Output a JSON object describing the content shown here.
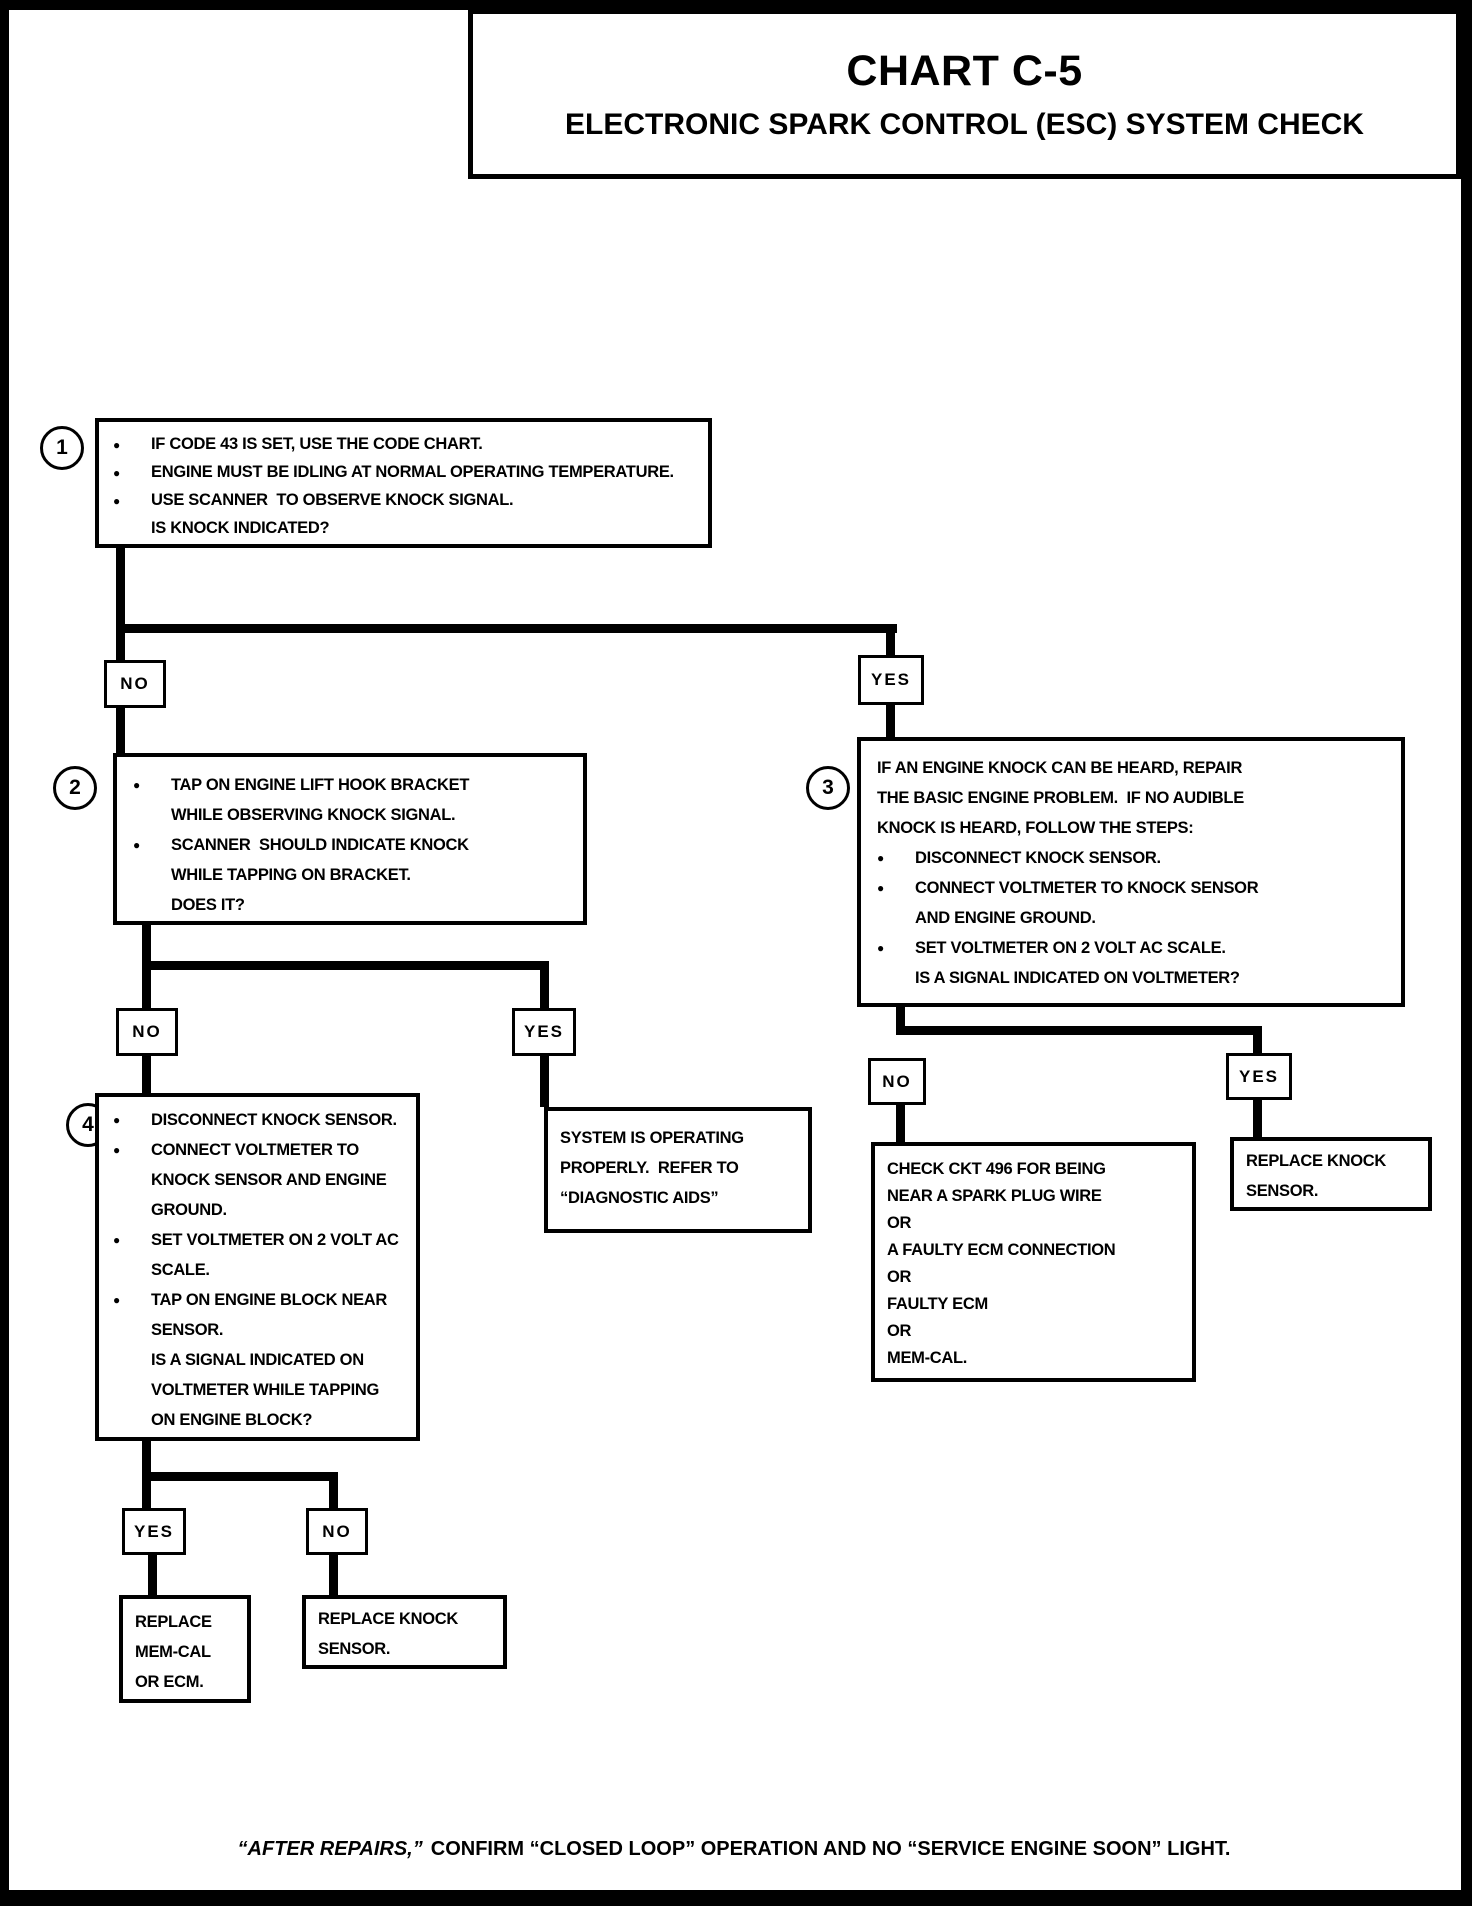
{
  "title": {
    "chart": "CHART C-5",
    "subtitle": "ELECTRONIC SPARK CONTROL (ESC) SYSTEM CHECK"
  },
  "decision_labels": {
    "yes": "YES",
    "no": "NO"
  },
  "steps": {
    "s1": {
      "num": "1",
      "b1": "IF CODE 43 IS SET, USE THE CODE CHART.",
      "b2": "ENGINE MUST BE IDLING AT NORMAL OPERATING TEMPERATURE.",
      "b3": "USE SCANNER  TO OBSERVE KNOCK SIGNAL.",
      "q": "IS KNOCK INDICATED?"
    },
    "s2": {
      "num": "2",
      "b1l1": "TAP ON ENGINE LIFT HOOK BRACKET",
      "b1l2": "WHILE OBSERVING KNOCK SIGNAL.",
      "b2l1": "SCANNER  SHOULD INDICATE KNOCK",
      "b2l2": "WHILE TAPPING ON BRACKET.",
      "q": "DOES IT?"
    },
    "s3": {
      "num": "3",
      "intro1": "IF AN ENGINE KNOCK CAN BE HEARD, REPAIR",
      "intro2": "THE BASIC ENGINE PROBLEM.  IF NO AUDIBLE",
      "intro3": "KNOCK IS HEARD, FOLLOW THE STEPS:",
      "b1": "DISCONNECT KNOCK SENSOR.",
      "b2l1": "CONNECT VOLTMETER TO KNOCK SENSOR",
      "b2l2": "AND ENGINE GROUND.",
      "b3": "SET VOLTMETER ON 2 VOLT AC SCALE.",
      "q": "IS A SIGNAL INDICATED ON VOLTMETER?"
    },
    "s4": {
      "num": "4",
      "b1": "DISCONNECT KNOCK SENSOR.",
      "b2l1": "CONNECT VOLTMETER TO",
      "b2l2": "KNOCK SENSOR AND ENGINE",
      "b2l3": "GROUND.",
      "b3l1": "SET VOLTMETER ON 2 VOLT AC",
      "b3l2": "SCALE.",
      "b4l1": "TAP ON ENGINE BLOCK NEAR",
      "b4l2": "SENSOR.",
      "ql1": "IS A SIGNAL INDICATED ON",
      "ql2": "VOLTMETER WHILE TAPPING",
      "ql3": "ON ENGINE BLOCK?"
    }
  },
  "outcomes": {
    "system_ok": {
      "l1": "SYSTEM IS OPERATING",
      "l2": "PROPERLY.  REFER TO",
      "l3": "“DIAGNOSTIC AIDS”"
    },
    "check_ckt": {
      "l1": "CHECK CKT 496 FOR BEING",
      "l2": "NEAR A SPARK PLUG WIRE",
      "or": "OR",
      "l3": "A FAULTY ECM CONNECTION",
      "l4": "FAULTY ECM",
      "l5": "MEM-CAL."
    },
    "replace_sensor": {
      "l1": "REPLACE KNOCK",
      "l2": "SENSOR."
    },
    "replace_memcal": {
      "l1": "REPLACE",
      "l2": "MEM-CAL",
      "l3": "OR ECM."
    }
  },
  "footer": {
    "italic": "“AFTER REPAIRS,”",
    "text": "CONFIRM “CLOSED LOOP” OPERATION AND NO “SERVICE ENGINE SOON” LIGHT."
  }
}
